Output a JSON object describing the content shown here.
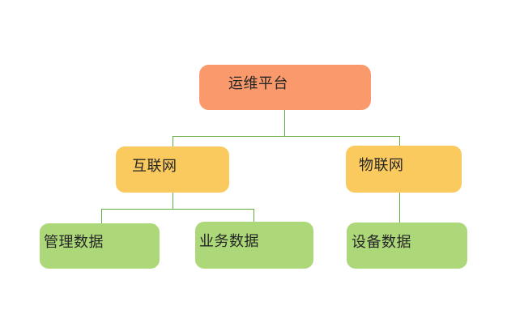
{
  "diagram": {
    "type": "tree",
    "tree": {
      "label": "运维平台",
      "children": [
        {
          "label": "互联网",
          "children": [
            {
              "label": "管理数据"
            },
            {
              "label": "业务数据"
            }
          ]
        },
        {
          "label": "物联网",
          "children": [
            {
              "label": "设备数据"
            }
          ]
        }
      ]
    },
    "colors": {
      "root_fill": "#FA996C",
      "branch_fill": "#FBCA5F",
      "leaf_fill": "#ACD879",
      "connector_line": "#63AD3F",
      "text": "#262626",
      "background": "#FFFFFF"
    }
  }
}
